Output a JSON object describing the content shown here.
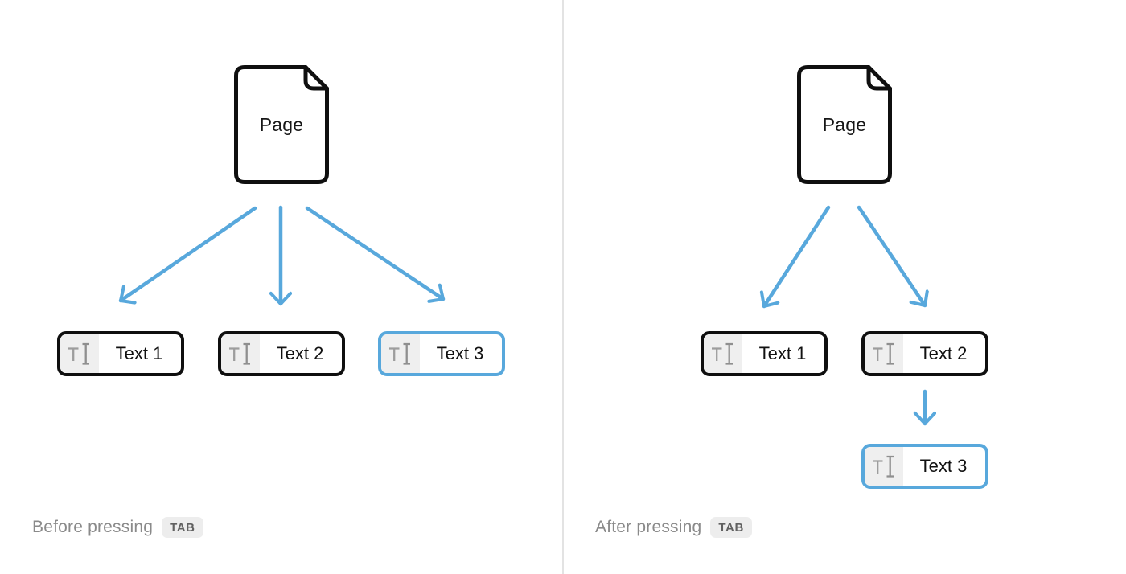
{
  "colors": {
    "accent_blue": "#58A8DC",
    "outline_black": "#0f0f0f",
    "caption_gray": "#8a8a8a",
    "badge_background": "#ededed",
    "badge_text": "#616161",
    "icon_cell_background": "#efefef",
    "icon_gray": "#9a9a9a",
    "divider_gray": "#e3e3e3"
  },
  "panels": [
    {
      "caption": "Before pressing",
      "key_label": "TAB",
      "page_label": "Page",
      "blocks": [
        {
          "label": "Text 1",
          "highlighted": false
        },
        {
          "label": "Text 2",
          "highlighted": false
        },
        {
          "label": "Text 3",
          "highlighted": true
        }
      ]
    },
    {
      "caption": "After pressing",
      "key_label": "TAB",
      "page_label": "Page",
      "blocks": [
        {
          "label": "Text 1",
          "highlighted": false
        },
        {
          "label": "Text 2",
          "highlighted": false
        },
        {
          "label": "Text 3",
          "highlighted": true
        }
      ]
    }
  ]
}
